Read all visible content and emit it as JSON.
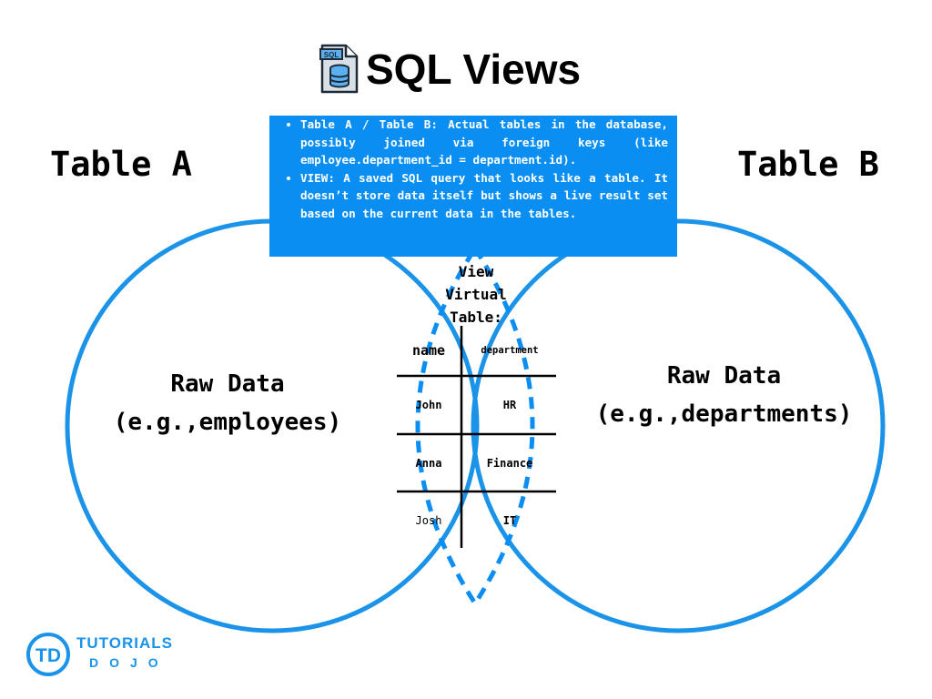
{
  "title": "SQL Views",
  "title_icon": {
    "name": "sql-database-file-icon",
    "badge_text": "SQL"
  },
  "colors": {
    "accent": "#0a8ef2",
    "circle": "#1a93e8",
    "dash": "#0a8ef2",
    "text": "#000000"
  },
  "sets": [
    {
      "label": "Table A",
      "raw_title": "Raw Data",
      "raw_example": "(e.g.,employees)"
    },
    {
      "label": "Table B",
      "raw_title": "Raw Data",
      "raw_example": "(e.g.,departments)"
    }
  ],
  "info": {
    "bullets": [
      "Table A / Table B: Actual tables in the database, possibly joined via foreign keys (like employee.department_id = department.id).",
      "VIEW: A saved SQL query that looks like a table. It doesn’t store data itself but shows a live result set based on the current data in the tables."
    ]
  },
  "view": {
    "label_lines": [
      "View",
      "Virtual",
      "Table:"
    ],
    "table": {
      "headers": [
        "name",
        "department"
      ],
      "rows": [
        [
          "John",
          "HR"
        ],
        [
          "Anna",
          "Finance"
        ],
        [
          "Josh",
          "IT"
        ]
      ]
    }
  },
  "logo": {
    "top": "TUTORIALS",
    "bottom": "DOJO",
    "mark": "TD"
  }
}
